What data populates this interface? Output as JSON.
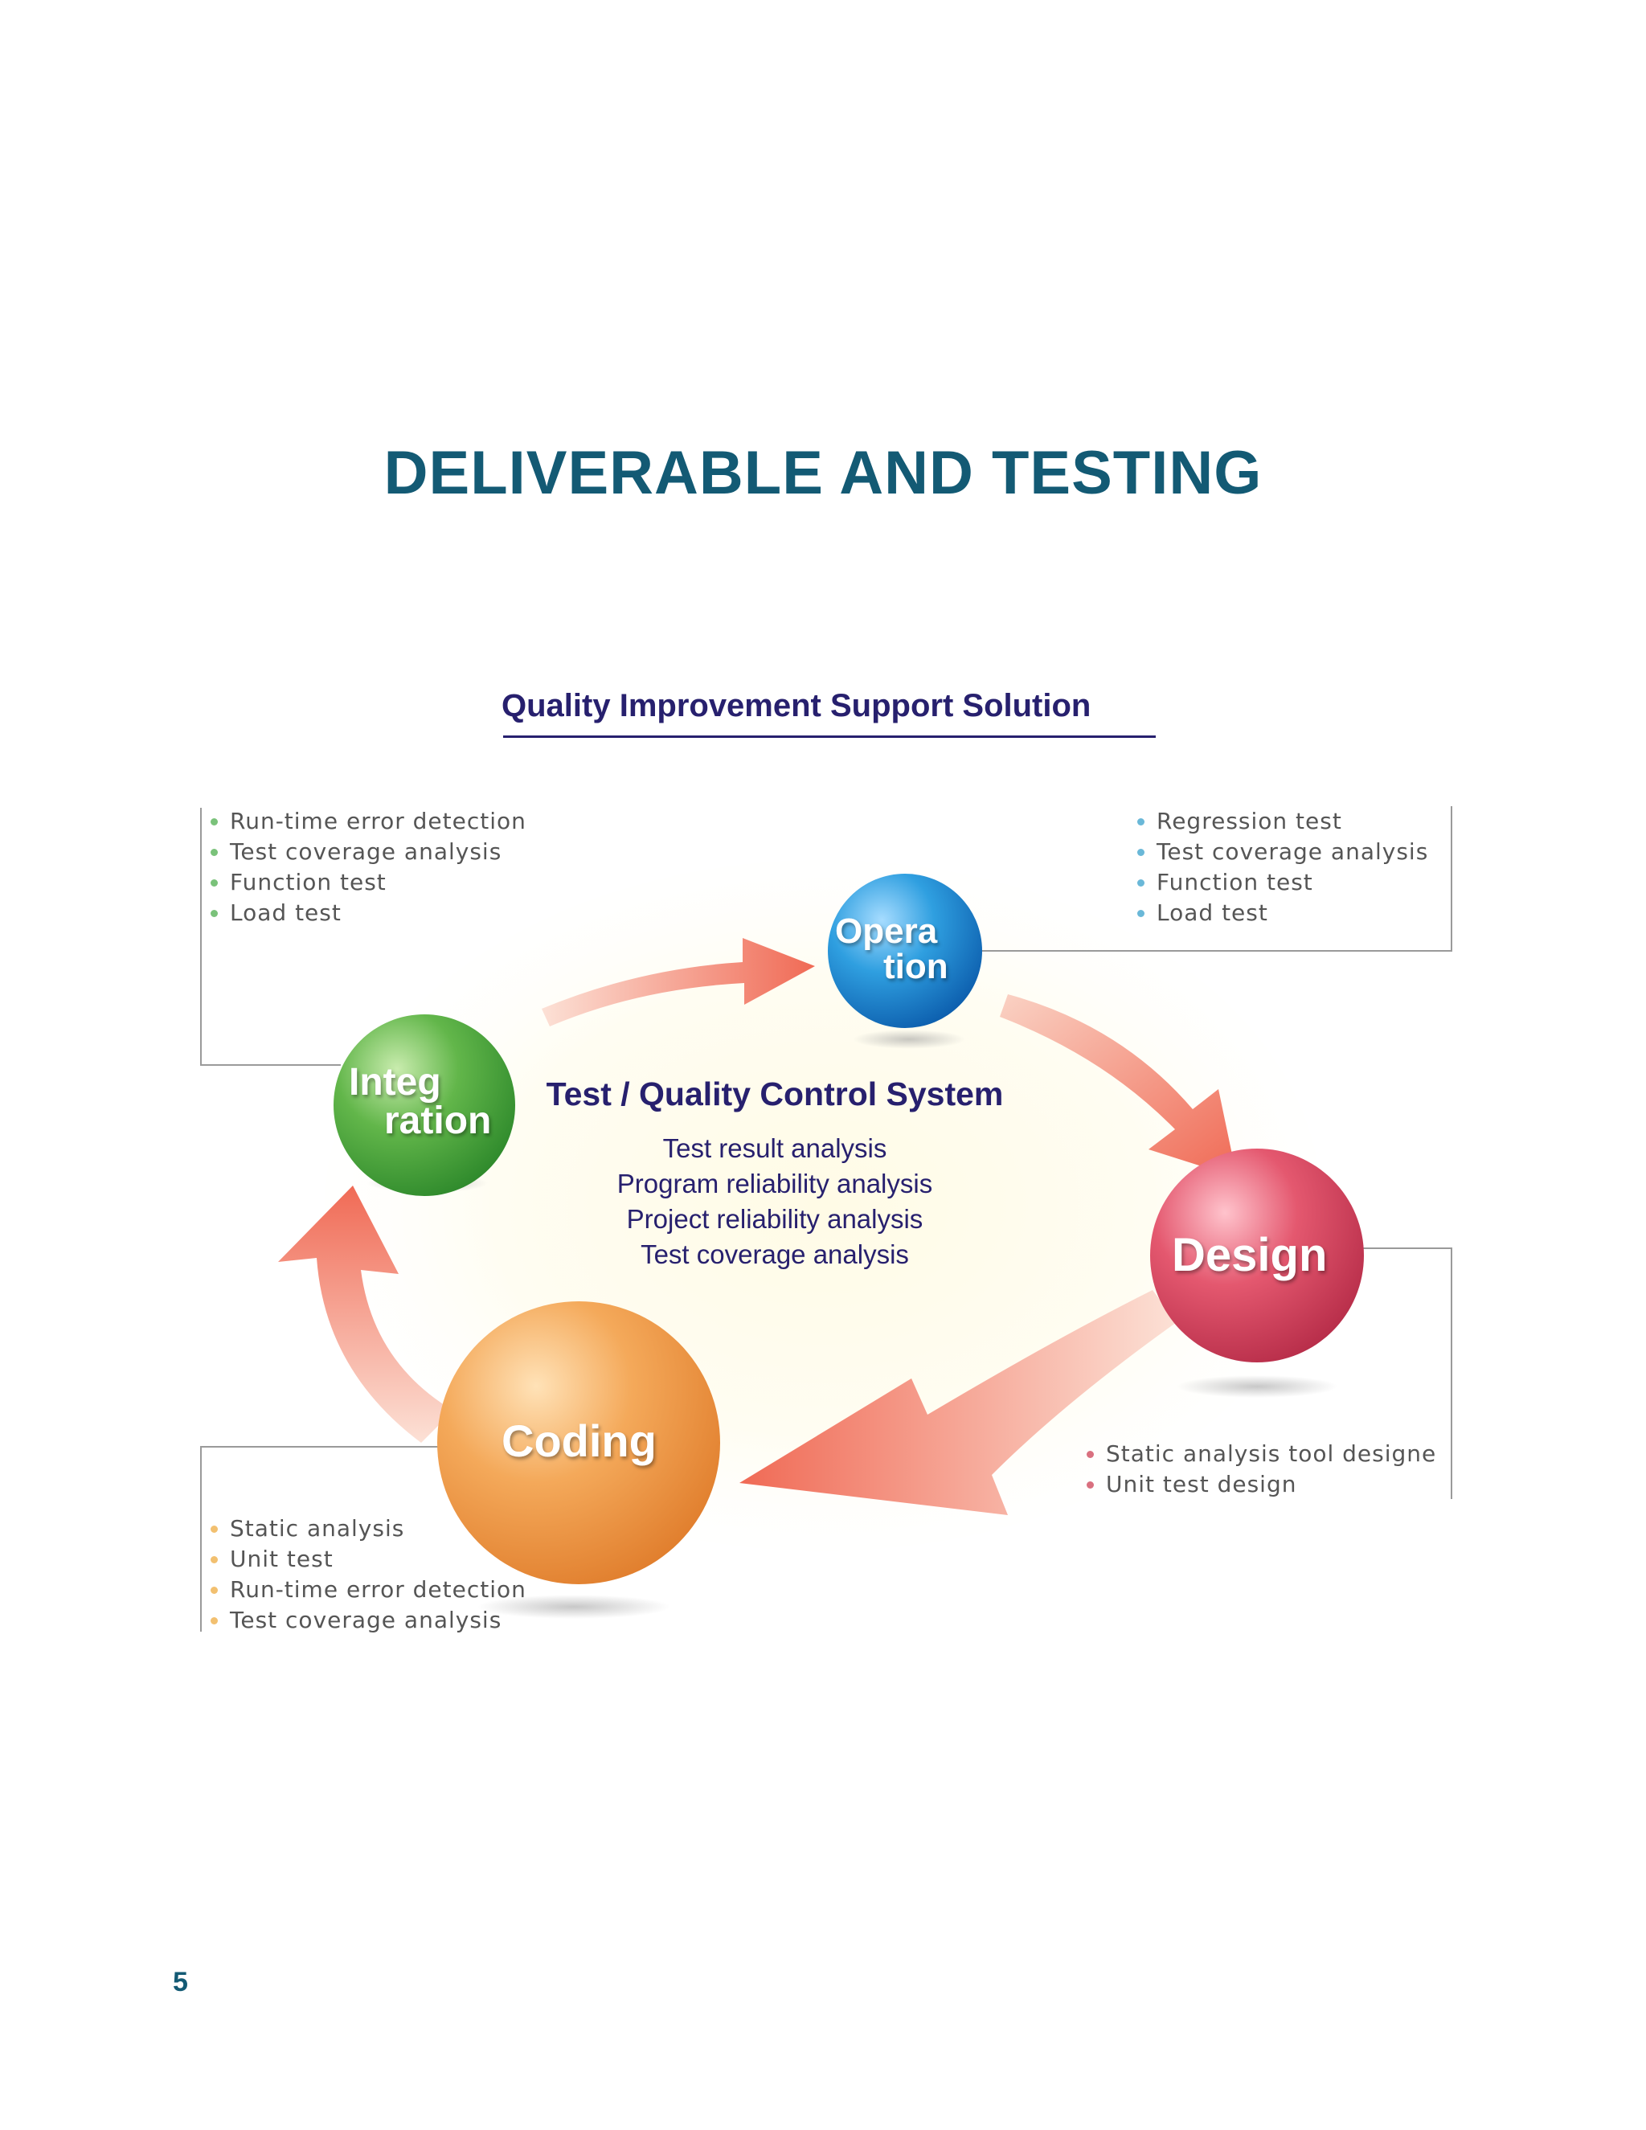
{
  "page": {
    "title": "DELIVERABLE AND TESTING",
    "page_number": "5"
  },
  "figure": {
    "title": "Quality Improvement Support Solution",
    "center": {
      "title": "Test / Quality Control System",
      "items": [
        "Test result analysis",
        "Program reliability analysis",
        "Project reliability analysis",
        "Test coverage analysis"
      ]
    },
    "stages": {
      "operation": {
        "label_line1": "Opera",
        "label_line2": "tion",
        "color": "#2f9fe0",
        "bullets": [
          "Regression test",
          "Test coverage analysis",
          "Function test",
          "Load test"
        ]
      },
      "integration": {
        "label_line1": "Integ",
        "label_line2": "ration",
        "color": "#62b64a",
        "bullets": [
          "Run-time error detection",
          "Test coverage analysis",
          "Function test",
          "Load test"
        ]
      },
      "design": {
        "label": "Design",
        "color": "#e4586f",
        "bullets": [
          "Static analysis tool designe",
          "Unit test design"
        ]
      },
      "coding": {
        "label": "Coding",
        "color": "#f4a95a",
        "bullets": [
          "Static analysis",
          "Unit test",
          "Run-time error detection",
          "Test coverage analysis"
        ]
      }
    },
    "arrow_color": "#f06a55"
  }
}
